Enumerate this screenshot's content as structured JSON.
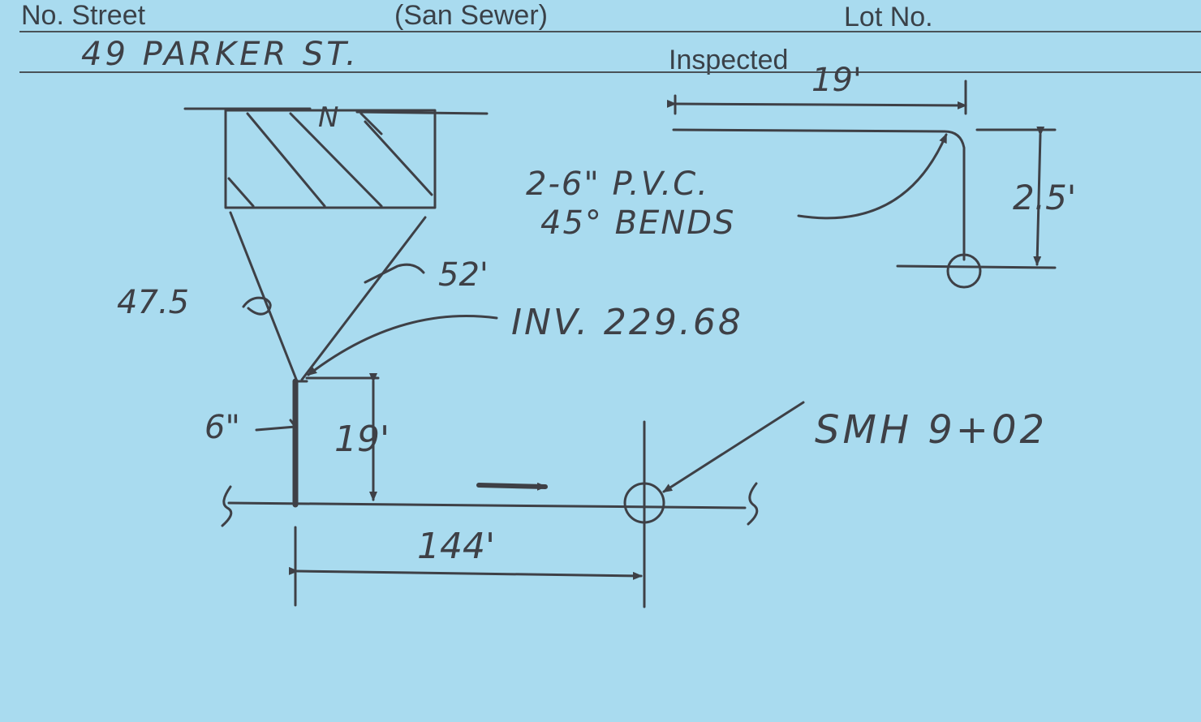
{
  "header": {
    "street_label": "No. Street",
    "sewer_label": "(San Sewer)",
    "lot_label": "Lot No.",
    "inspected_label": "Inspected"
  },
  "handwritten": {
    "address": "49 PARKER ST.",
    "north_mark": "N",
    "dim_47_5": "47.5",
    "dim_52": "52'",
    "invert": "INV. 229.68",
    "pipe_size": "6\"",
    "dim_19_lateral": "19'",
    "dim_144": "144'",
    "manhole": "SMH 9+02",
    "dim_19_detail": "19'",
    "dim_2_5": "2.5'",
    "bends_line1": "2-6\" P.V.C.",
    "bends_line2": "45° BENDS"
  },
  "colors": {
    "card": "#a9dbef",
    "ink": "#3e4046",
    "print": "#3a4148"
  }
}
